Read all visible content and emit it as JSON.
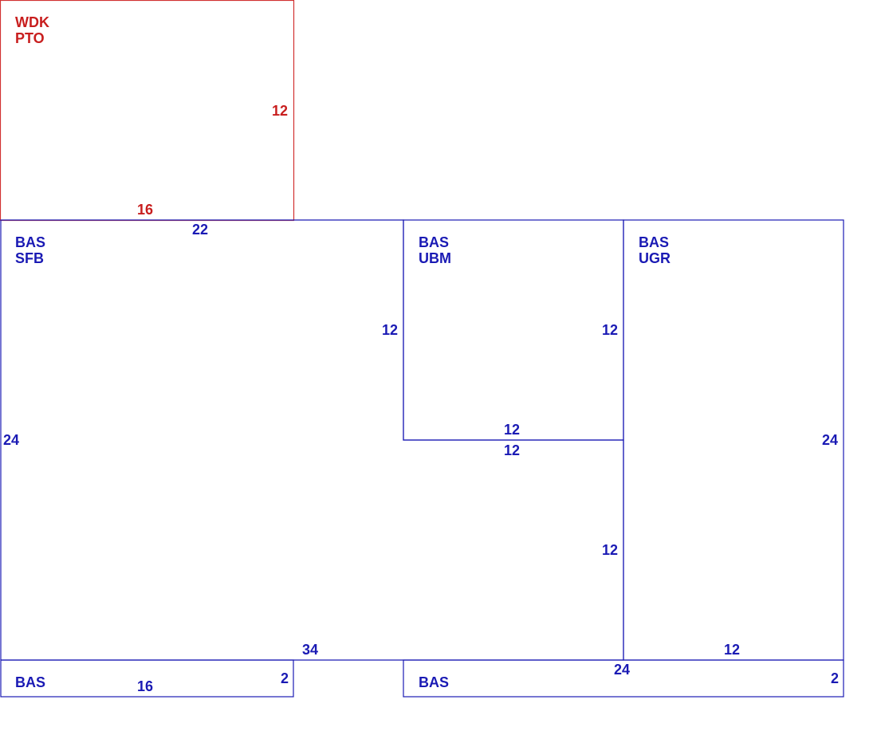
{
  "colors": {
    "base": "#1a1ab4",
    "deck": "#c81e1e"
  },
  "areas": {
    "deck": {
      "code": "WDK",
      "sub": "PTO"
    },
    "main": {
      "code": "BAS",
      "sub": "SFB"
    },
    "middle": {
      "code": "BAS",
      "sub": "UBM"
    },
    "right": {
      "code": "BAS",
      "sub": "UGR"
    },
    "bottom_left": {
      "code": "BAS"
    },
    "bottom_right": {
      "code": "BAS"
    }
  },
  "dimensions": {
    "deck_right": "12",
    "deck_bottom": "16",
    "main_top": "22",
    "main_left": "24",
    "main_inner_vertical": "12",
    "main_bottom": "34",
    "middle_right": "12",
    "middle_bottom": "12",
    "middle_lower_top": "12",
    "middle_lower_right": "12",
    "right_side": "24",
    "right_bottom": "12",
    "bottom_left_width": "16",
    "bottom_left_height": "2",
    "bottom_right_width": "24",
    "bottom_right_height": "2"
  }
}
